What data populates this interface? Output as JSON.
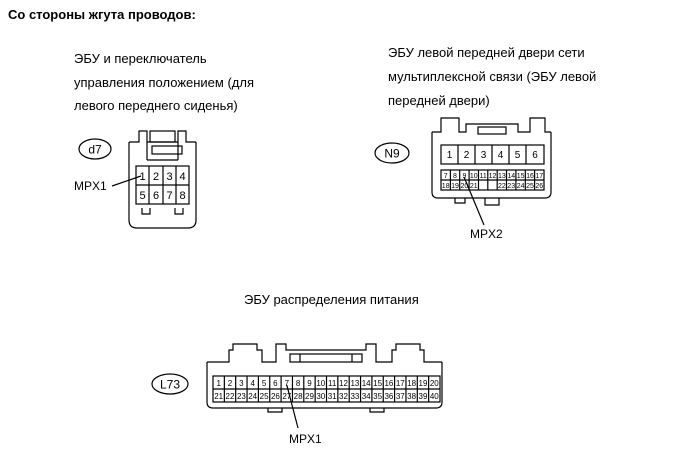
{
  "header": {
    "title": "Со стороны жгута проводов:"
  },
  "connectors": {
    "d7": {
      "tag": "d7",
      "desc_lines": [
        "ЭБУ и переключатель",
        "управления положением (для",
        "левого переднего сиденья)"
      ],
      "pins_row1": [
        "1",
        "2",
        "3",
        "4"
      ],
      "pins_row2": [
        "5",
        "6",
        "7",
        "8"
      ],
      "callout": "MPX1"
    },
    "n9": {
      "tag": "N9",
      "desc_lines": [
        "ЭБУ левой передней двери сети",
        "мультиплексной связи (ЭБУ левой",
        "передней двери)"
      ],
      "pins_big": [
        "1",
        "2",
        "3",
        "4",
        "5",
        "6"
      ],
      "pins_row2": [
        "7",
        "8",
        "9",
        "10",
        "11",
        "12",
        "13",
        "14",
        "15",
        "16",
        "17"
      ],
      "pins_row3": [
        "18",
        "19",
        "20",
        "21",
        "",
        "",
        "22",
        "23",
        "24",
        "25",
        "26"
      ],
      "callout": "MPX2"
    },
    "l73": {
      "tag": "L73",
      "desc": "ЭБУ распределения питания",
      "pins_row1": [
        "1",
        "2",
        "3",
        "4",
        "5",
        "6",
        "7",
        "8",
        "9",
        "10",
        "11",
        "12",
        "13",
        "14",
        "15",
        "16",
        "17",
        "18",
        "19",
        "20"
      ],
      "pins_row2": [
        "21",
        "22",
        "23",
        "24",
        "25",
        "26",
        "27",
        "28",
        "29",
        "30",
        "31",
        "32",
        "33",
        "34",
        "35",
        "36",
        "37",
        "38",
        "39",
        "40"
      ],
      "callout": "MPX1"
    }
  }
}
